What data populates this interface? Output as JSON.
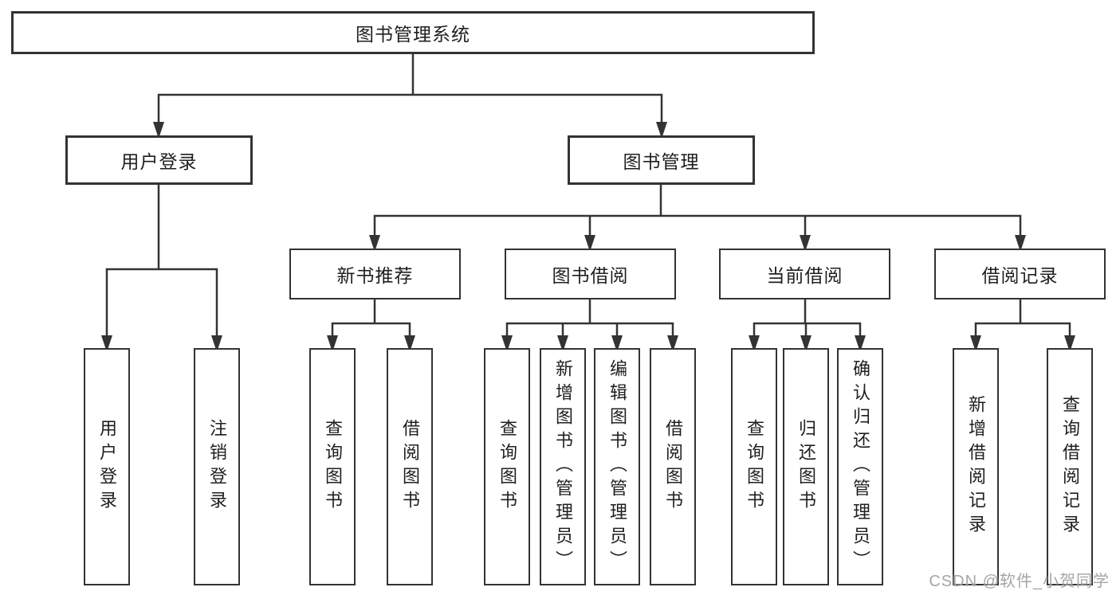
{
  "diagram": {
    "type": "tree",
    "root": {
      "label": "图书管理系统"
    },
    "branches": [
      {
        "label": "用户登录",
        "children": [
          {
            "label": "用户登录"
          },
          {
            "label": "注销登录"
          }
        ]
      },
      {
        "label": "图书管理",
        "children": [
          {
            "label": "新书推荐",
            "children": [
              {
                "label": "查询图书"
              },
              {
                "label": "借阅图书"
              }
            ]
          },
          {
            "label": "图书借阅",
            "children": [
              {
                "label": "查询图书"
              },
              {
                "label": "新增图书（管理员）"
              },
              {
                "label": "编辑图书（管理员）"
              },
              {
                "label": "借阅图书"
              }
            ]
          },
          {
            "label": "当前借阅",
            "children": [
              {
                "label": "查询图书"
              },
              {
                "label": "归还图书"
              },
              {
                "label": "确认归还（管理员）"
              }
            ]
          },
          {
            "label": "借阅记录",
            "children": [
              {
                "label": "新增借阅记录"
              },
              {
                "label": "查询借阅记录"
              }
            ]
          }
        ]
      }
    ],
    "watermark": {
      "text": "CSDN @软件_小贺同学"
    },
    "colors": {
      "line": "#333333",
      "text": "#1f1f1f",
      "background": "#ffffff",
      "watermark": "#9c9c9c"
    }
  }
}
